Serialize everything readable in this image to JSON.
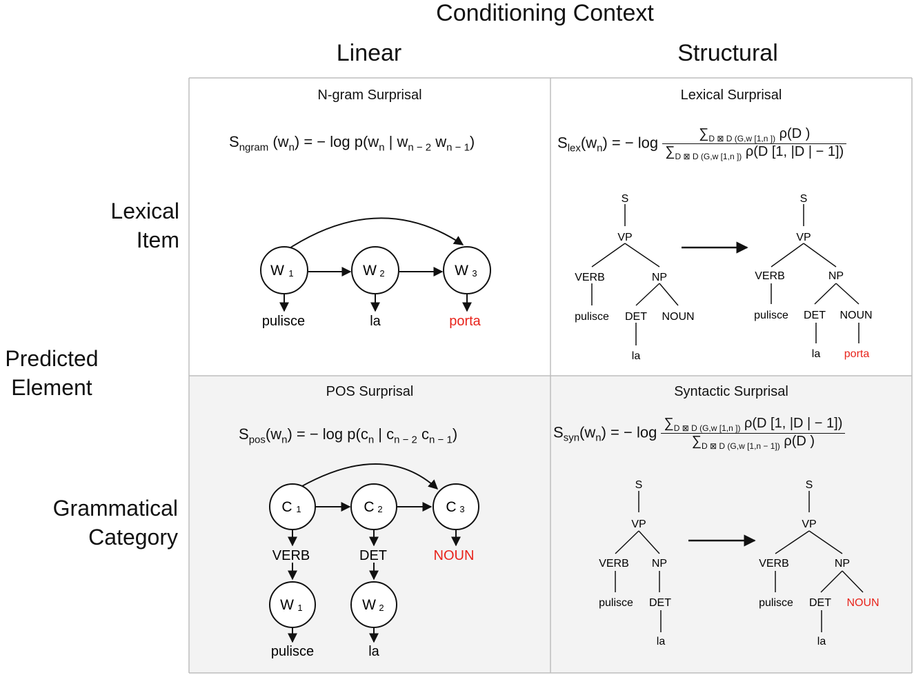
{
  "header": {
    "top": "Conditioning Context",
    "col_linear": "Linear",
    "col_structural": "Structural"
  },
  "rows": {
    "group": [
      "Predicted",
      "Element"
    ],
    "lexical": [
      "Lexical",
      "Item"
    ],
    "grammatical": [
      "Grammatical",
      "Category"
    ]
  },
  "cells": {
    "ngram": {
      "title": "N-gram Surprisal",
      "lhs": "S",
      "lhs_sub": "ngram",
      "arg": "(w",
      "arg_sub": "n",
      "rhs": ") =  − log p(w",
      "rhs_sub1": "n",
      "bar": "  |  w",
      "rhs_sub2": "n − 2",
      "mid": " w",
      "rhs_sub3": "n − 1",
      "close": ")",
      "nodes": [
        "W",
        "W",
        "W"
      ],
      "node_subs": [
        "1",
        "2",
        "3"
      ],
      "words": [
        "pulisce",
        "la",
        "porta"
      ]
    },
    "lexical": {
      "title": "Lexical Surprisal",
      "lhs": "S",
      "lhs_sub": "lex",
      "eq": "(w",
      "eq_sub": "n",
      "eq_rest": ") =  − log",
      "num": "∑",
      "num_sub": "D ⊠ D (G,w  [1,n ])",
      "num_rest": " ρ(D )",
      "den": "∑",
      "den_sub": "D ⊠ D (G,w  [1,n ])",
      "den_rest": " ρ(D [1, |D | − 1])",
      "tree_labels": [
        "S",
        "VP",
        "VERB",
        "NP",
        "pulisce",
        "DET",
        "NOUN",
        "la"
      ],
      "tree2_labels": [
        "S",
        "VP",
        "VERB",
        "NP",
        "pulisce",
        "DET",
        "NOUN",
        "la",
        "porta"
      ]
    },
    "pos": {
      "title": "POS Surprisal",
      "lhs": "S",
      "lhs_sub": "pos",
      "arg": "(w",
      "arg_sub": "n",
      "rhs": ") =  − log p(c",
      "rhs_sub1": "n",
      "bar": "  |  c",
      "rhs_sub2": "n − 2",
      "mid": " c",
      "rhs_sub3": "n − 1",
      "close": ")",
      "cnodes": [
        "C",
        "C",
        "C"
      ],
      "cnode_subs": [
        "1",
        "2",
        "3"
      ],
      "cats": [
        "VERB",
        "DET",
        "NOUN"
      ],
      "wnodes": [
        "W",
        "W"
      ],
      "wnode_subs": [
        "1",
        "2"
      ],
      "words": [
        "pulisce",
        "la"
      ]
    },
    "syntactic": {
      "title": "Syntactic Surprisal",
      "lhs": "S",
      "lhs_sub": "syn",
      "eq": "(w",
      "eq_sub": "n",
      "eq_rest": ") =  − log",
      "num": "∑",
      "num_sub": "D ⊠ D (G,w  [1,n ])",
      "num_rest": " ρ(D [1, |D | − 1])",
      "den": "∑",
      "den_sub": "D ⊠ D (G,w  [1,n − 1])",
      "den_rest": " ρ(D )",
      "tree_labels": [
        "S",
        "VP",
        "VERB",
        "NP",
        "pulisce",
        "DET",
        "la"
      ],
      "tree2_labels": [
        "S",
        "VP",
        "VERB",
        "NP",
        "pulisce",
        "DET",
        "NOUN",
        "la"
      ]
    }
  },
  "colors": {
    "highlight": "#e8231b",
    "shaded_bg": "#f3f3f3",
    "border": "#bdbdbd"
  }
}
